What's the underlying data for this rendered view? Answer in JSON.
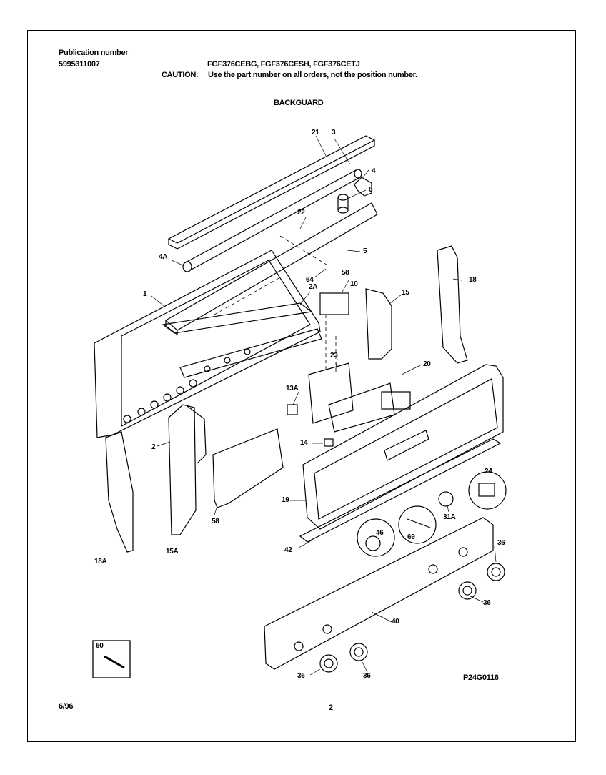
{
  "header": {
    "pub_label": "Publication number",
    "pub_number": "5995311007",
    "models": "FGF376CEBG, FGF376CESH, FGF376CETJ",
    "caution_label": "CAUTION:",
    "caution_text": "Use the part number on all orders, not the position number.",
    "section_title": "BACKGUARD"
  },
  "callouts": [
    "21",
    "3",
    "4",
    "6",
    "22",
    "5",
    "4A",
    "64",
    "58",
    "10",
    "1",
    "2A",
    "15",
    "18",
    "23",
    "20",
    "13A",
    "2",
    "14",
    "19",
    "24",
    "58",
    "31A",
    "18A",
    "15A",
    "42",
    "46",
    "69",
    "36",
    "36",
    "40",
    "36",
    "36",
    "60"
  ],
  "inset_part": "60",
  "diagram_code": "P24G0116",
  "footer": {
    "date": "6/96",
    "page": "2"
  }
}
